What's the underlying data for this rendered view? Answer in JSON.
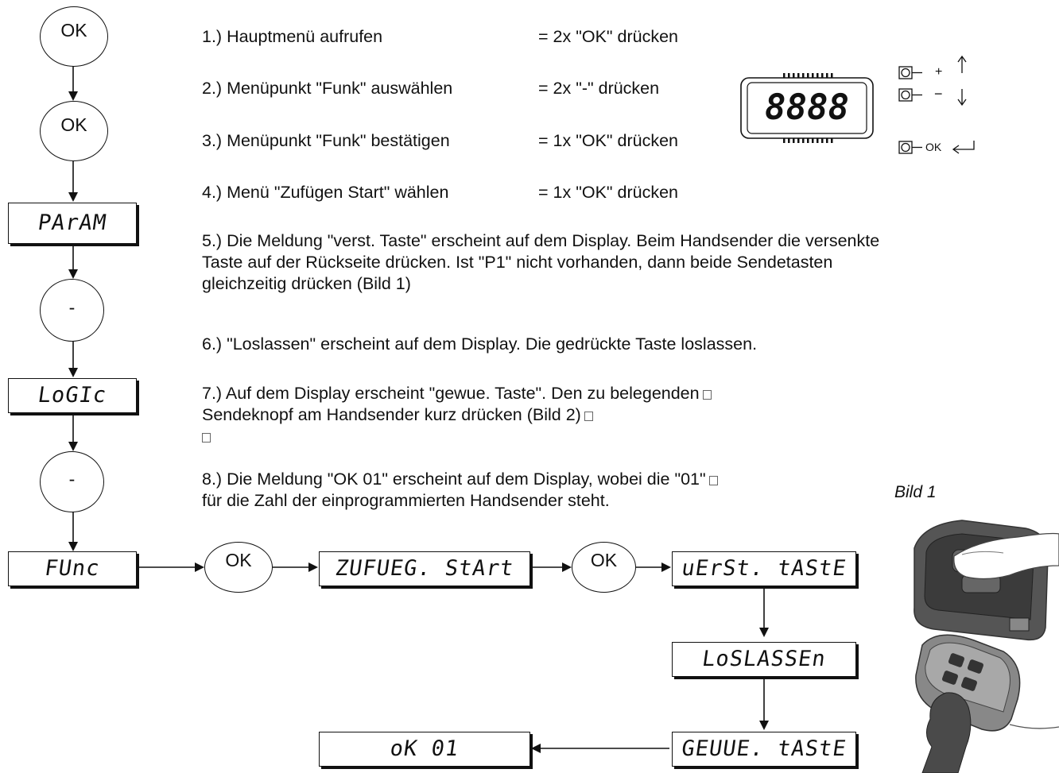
{
  "flow": {
    "ok1": "OK",
    "ok2": "OK",
    "param": "PArAM",
    "minus1": "-",
    "logic": "LoGIc",
    "minus2": "-",
    "func": "FUnc",
    "ok3": "OK",
    "zufueg": "ZUFUEG. StArt",
    "ok4": "OK",
    "verst": "uErSt. tAStE",
    "loslassen": "LoSLASSEn",
    "gewue": "GEUUE. tAStE",
    "ok01": "oK 01"
  },
  "steps": [
    {
      "label": "1.) Hauptmenü aufrufen",
      "action": "= 2x \"OK\" drücken"
    },
    {
      "label": "2.) Menüpunkt \"Funk\" auswählen",
      "action": "= 2x \"-\" drücken"
    },
    {
      "label": "3.) Menüpunkt \"Funk\" bestätigen",
      "action": "= 1x \"OK\" drücken"
    },
    {
      "label": "4.) Menü \"Zufügen Start\" wählen",
      "action": "= 1x \"OK\" drücken"
    }
  ],
  "para5": {
    "line1": "5.) Die Meldung \"verst. Taste\" erscheint auf dem Display. Beim Handsender die versenkte",
    "line2": "Taste auf der Rückseite drücken. Ist \"P1\" nicht vorhanden, dann beide Sendetasten",
    "line3": "gleichzeitig drücken (Bild 1)"
  },
  "para6": "6.) \"Loslassen\" erscheint auf dem Display. Die gedrückte Taste loslassen.",
  "para7": {
    "line1": "7.) Auf dem Display erscheint \"gewue. Taste\". Den zu belegenden",
    "line2": "Sendeknopf am Handsender kurz drücken (Bild 2)"
  },
  "para8": {
    "line1": "8.) Die Meldung \"OK 01\" erscheint auf dem Display, wobei die \"01\"",
    "line2": "für die Zahl der einprogrammierten Handsender steht."
  },
  "device": {
    "display": "8888",
    "plus": "+",
    "minus": "−",
    "ok": "OK"
  },
  "bild1": "Bild 1"
}
